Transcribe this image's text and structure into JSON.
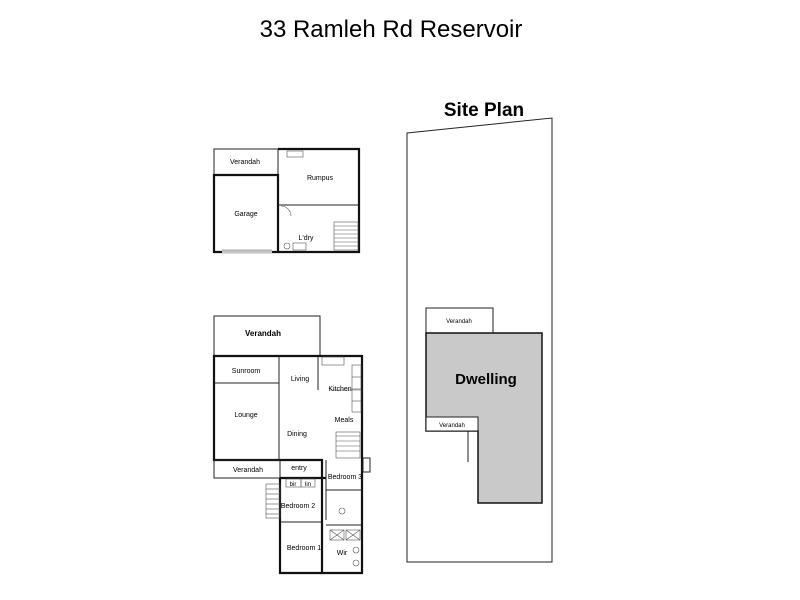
{
  "title": "33 Ramleh Rd Reservoir",
  "site_plan": {
    "heading": "Site Plan",
    "dwelling_label": "Dwelling",
    "verandah_top": "Verandah",
    "verandah_bottom": "Verandah"
  },
  "lower_level": {
    "verandah": "Verandah",
    "rumpus": "Rumpus",
    "garage": "Garage",
    "laundry": "L'dry"
  },
  "main_level": {
    "verandah_top": "Verandah",
    "sunroom": "Sunroom",
    "living": "Living",
    "kitchen": "Kitchen",
    "lounge": "Lounge",
    "meals": "Meals",
    "dining": "Dining",
    "verandah_front": "Verandah",
    "entry": "entry",
    "bir": "bir",
    "lin": "lin",
    "bedroom3": "Bedroom 3",
    "bedroom2": "Bedroom 2",
    "bedroom1": "Bedroom 1",
    "wir": "Wir"
  }
}
